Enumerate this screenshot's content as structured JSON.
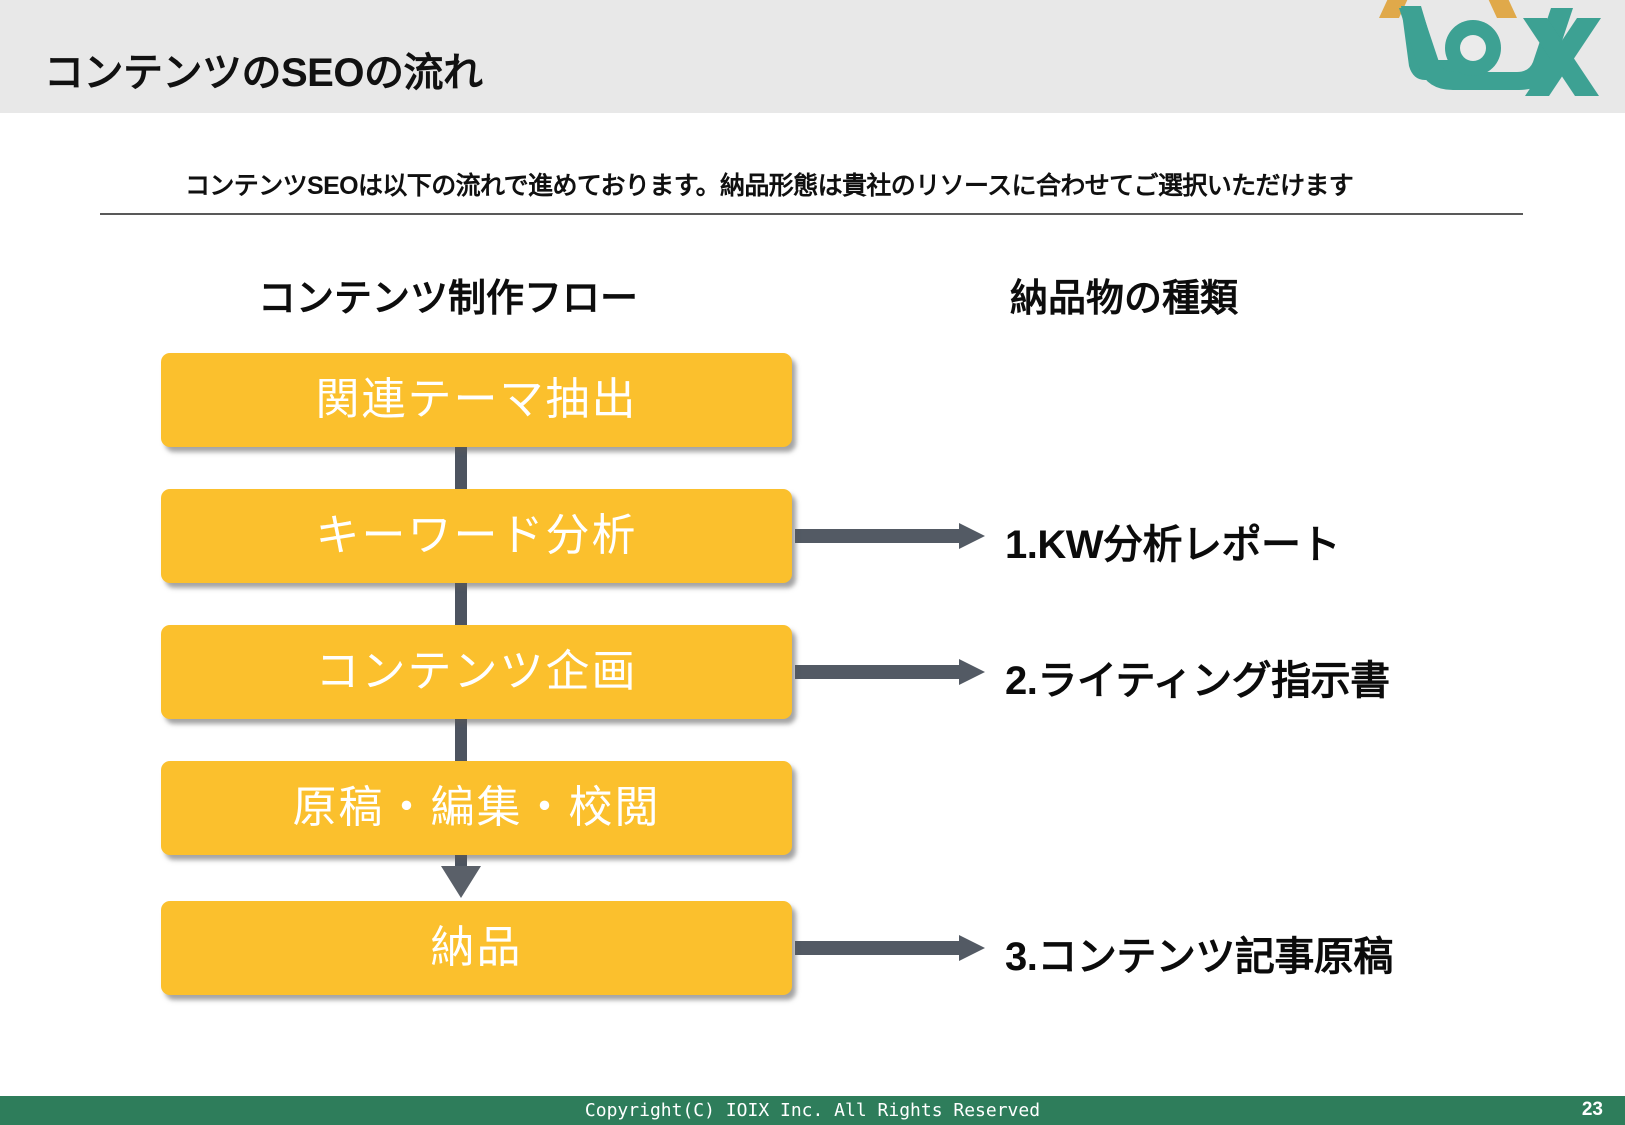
{
  "header": {
    "title": "コンテンツのSEOの流れ",
    "logo_name": "ioix-logo",
    "bar_color": "#e8e8e8",
    "logo_primary_color": "#3da193",
    "logo_accent_color": "#e0a94a"
  },
  "subtitle": "コンテンツSEOは以下の流れで進めております。納品形態は貴社のリソースに合わせてご選択いただけます",
  "columns": {
    "flow_header": "コンテンツ制作フロー",
    "deliverables_header": "納品物の種類"
  },
  "flow_steps": [
    {
      "label": "関連テーマ抽出"
    },
    {
      "label": "キーワード分析"
    },
    {
      "label": "コンテンツ企画"
    },
    {
      "label": "原稿・編集・校閲"
    },
    {
      "label": "納品"
    }
  ],
  "deliverables": [
    {
      "label": "1.KW分析レポート",
      "from_step": "キーワード分析"
    },
    {
      "label": "2.ライティング指示書",
      "from_step": "コンテンツ企画"
    },
    {
      "label": "3.コンテンツ記事原稿",
      "from_step": "納品"
    }
  ],
  "colors": {
    "box_fill": "#fbc02d",
    "box_text": "#ffffff",
    "arrow": "#535a64",
    "connector": "#4d5460",
    "footer_green": "#2e7d5b"
  },
  "footer": {
    "copyright": "Copyright(C) IOIX Inc. All Rights Reserved",
    "page_number": "23"
  }
}
